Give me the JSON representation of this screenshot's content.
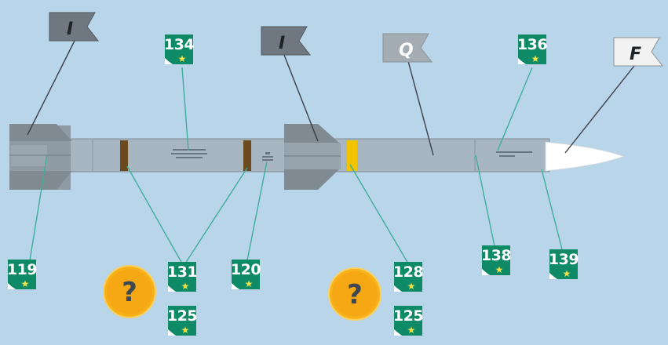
{
  "colors": {
    "background": "#b9d5ea",
    "missile_body": "#a7b6c1",
    "fin_dark": "#7f8a93",
    "leader_line": "#3fae9a",
    "badge_green": "#0f8a66",
    "badge_star": "#f3e24a",
    "hint_circle": "#f7b21b",
    "band_brown": "#6b4a1f",
    "band_yellow": "#f2c400",
    "nose_white": "#ffffff"
  },
  "flags": [
    {
      "id": "flag-i-left",
      "letter": "I",
      "style": "dark"
    },
    {
      "id": "flag-i-mid",
      "letter": "I",
      "style": "dark"
    },
    {
      "id": "flag-q",
      "letter": "Q",
      "style": "mid"
    },
    {
      "id": "flag-f",
      "letter": "F",
      "style": "light"
    }
  ],
  "badges": [
    {
      "id": "badge-119",
      "number": "119",
      "icon": "star-icon"
    },
    {
      "id": "badge-134",
      "number": "134",
      "icon": "star-icon"
    },
    {
      "id": "badge-131",
      "number": "131",
      "icon": "star-icon"
    },
    {
      "id": "badge-125-a",
      "number": "125",
      "icon": "star-icon"
    },
    {
      "id": "badge-120",
      "number": "120",
      "icon": "star-icon"
    },
    {
      "id": "badge-128",
      "number": "128",
      "icon": "star-icon"
    },
    {
      "id": "badge-125-b",
      "number": "125",
      "icon": "star-icon"
    },
    {
      "id": "badge-136",
      "number": "136",
      "icon": "star-icon"
    },
    {
      "id": "badge-138",
      "number": "138",
      "icon": "star-icon"
    },
    {
      "id": "badge-139",
      "number": "139",
      "icon": "star-icon"
    }
  ],
  "hints": [
    {
      "id": "hint-left",
      "symbol": "?",
      "icon": "question-icon"
    },
    {
      "id": "hint-right",
      "symbol": "?",
      "icon": "question-icon"
    }
  ]
}
